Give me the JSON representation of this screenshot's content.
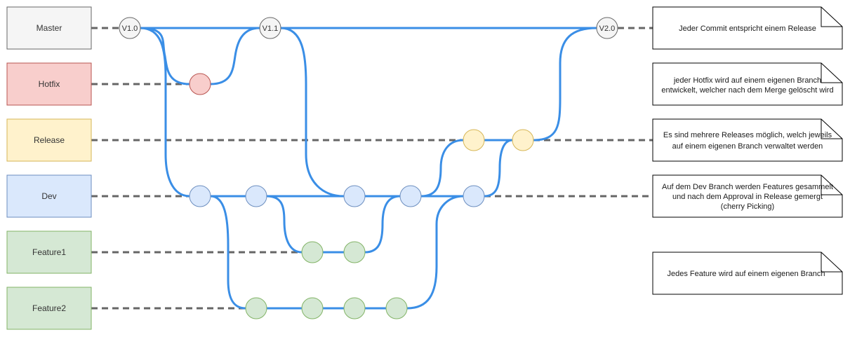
{
  "branches": [
    {
      "id": "master",
      "label": "Master",
      "fill": "#f5f5f5",
      "stroke": "#666666"
    },
    {
      "id": "hotfix",
      "label": "Hotfix",
      "fill": "#f8cecc",
      "stroke": "#b85450"
    },
    {
      "id": "release",
      "label": "Release",
      "fill": "#fff2cc",
      "stroke": "#d6b656"
    },
    {
      "id": "dev",
      "label": "Dev",
      "fill": "#dae8fc",
      "stroke": "#6c8ebf"
    },
    {
      "id": "feature1",
      "label": "Feature1",
      "fill": "#d5e8d4",
      "stroke": "#82b366"
    },
    {
      "id": "feature2",
      "label": "Feature2",
      "fill": "#d5e8d4",
      "stroke": "#82b366"
    }
  ],
  "tags": {
    "master_v10": "V1.0",
    "master_v11": "V1.1",
    "master_v20": "V2.0"
  },
  "notes": [
    {
      "id": "note-master",
      "lines": [
        "Jeder Commit entspricht einem Release"
      ]
    },
    {
      "id": "note-hotfix",
      "lines": [
        "jeder Hotfix wird auf einem eigenen Branch",
        "entwickelt, welcher nach dem Merge gelöscht wird"
      ]
    },
    {
      "id": "note-release",
      "lines": [
        "Es sind mehrere Releases möglich, welch jeweils",
        "auf einem eigenen Branch verwaltet werden"
      ]
    },
    {
      "id": "note-dev",
      "lines": [
        "Auf dem Dev Branch werden Features gesammelt",
        "und nach dem Approval in Release gemergt",
        "(cherry Picking)"
      ]
    },
    {
      "id": "note-feature",
      "lines": [
        "Jedes Feature wird auf einem eigenen Branch"
      ]
    }
  ],
  "colors": {
    "flow_line": "#3a8ee6",
    "dashed_line": "#666666",
    "commit_neutral": "#f5f5f5",
    "commit_hotfix": "#f8cecc",
    "commit_release": "#fff2cc",
    "commit_dev": "#dae8fc",
    "commit_feature": "#d5e8d4"
  }
}
